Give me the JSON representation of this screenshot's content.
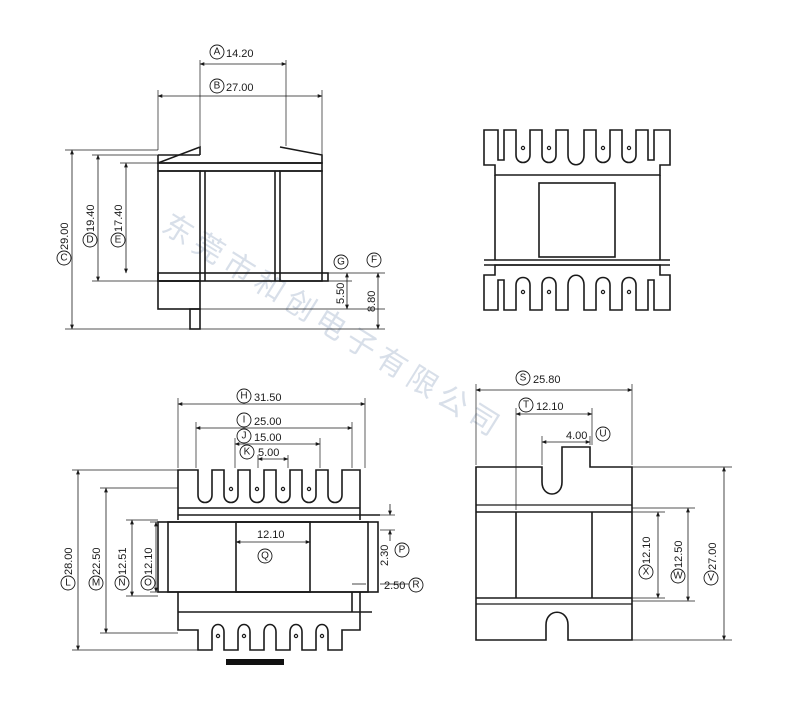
{
  "watermark": "东莞市和创电子有限公司",
  "views": {
    "side": {
      "A": {
        "letter": "A",
        "value": "14.20"
      },
      "B": {
        "letter": "B",
        "value": "27.00"
      },
      "C": {
        "letter": "C",
        "value": "29.00"
      },
      "D": {
        "letter": "D",
        "value": "19.40"
      },
      "E": {
        "letter": "E",
        "value": "17.40"
      },
      "G": {
        "letter": "G",
        "value": "5.50"
      },
      "F": {
        "letter": "F",
        "value": "8.80"
      }
    },
    "front": {
      "H": {
        "letter": "H",
        "value": "31.50"
      },
      "I": {
        "letter": "I",
        "value": "25.00"
      },
      "J": {
        "letter": "J",
        "value": "15.00"
      },
      "K": {
        "letter": "K",
        "value": "5.00"
      },
      "L": {
        "letter": "L",
        "value": "28.00"
      },
      "M": {
        "letter": "M",
        "value": "22.50"
      },
      "N": {
        "letter": "N",
        "value": "12.51"
      },
      "O": {
        "letter": "O",
        "value": "12.10"
      },
      "Q": {
        "letter": "Q",
        "value": "12.10"
      },
      "P": {
        "letter": "P",
        "value": "2.30"
      },
      "R": {
        "letter": "R",
        "value": "2.50"
      }
    },
    "bottom": {
      "S": {
        "letter": "S",
        "value": "25.80"
      },
      "T": {
        "letter": "T",
        "value": "12.10"
      },
      "U": {
        "letter": "U",
        "value": "4.00"
      },
      "X": {
        "letter": "X",
        "value": "12.10"
      },
      "W": {
        "letter": "W",
        "value": "12.50"
      },
      "V": {
        "letter": "V",
        "value": "27.00"
      }
    }
  }
}
